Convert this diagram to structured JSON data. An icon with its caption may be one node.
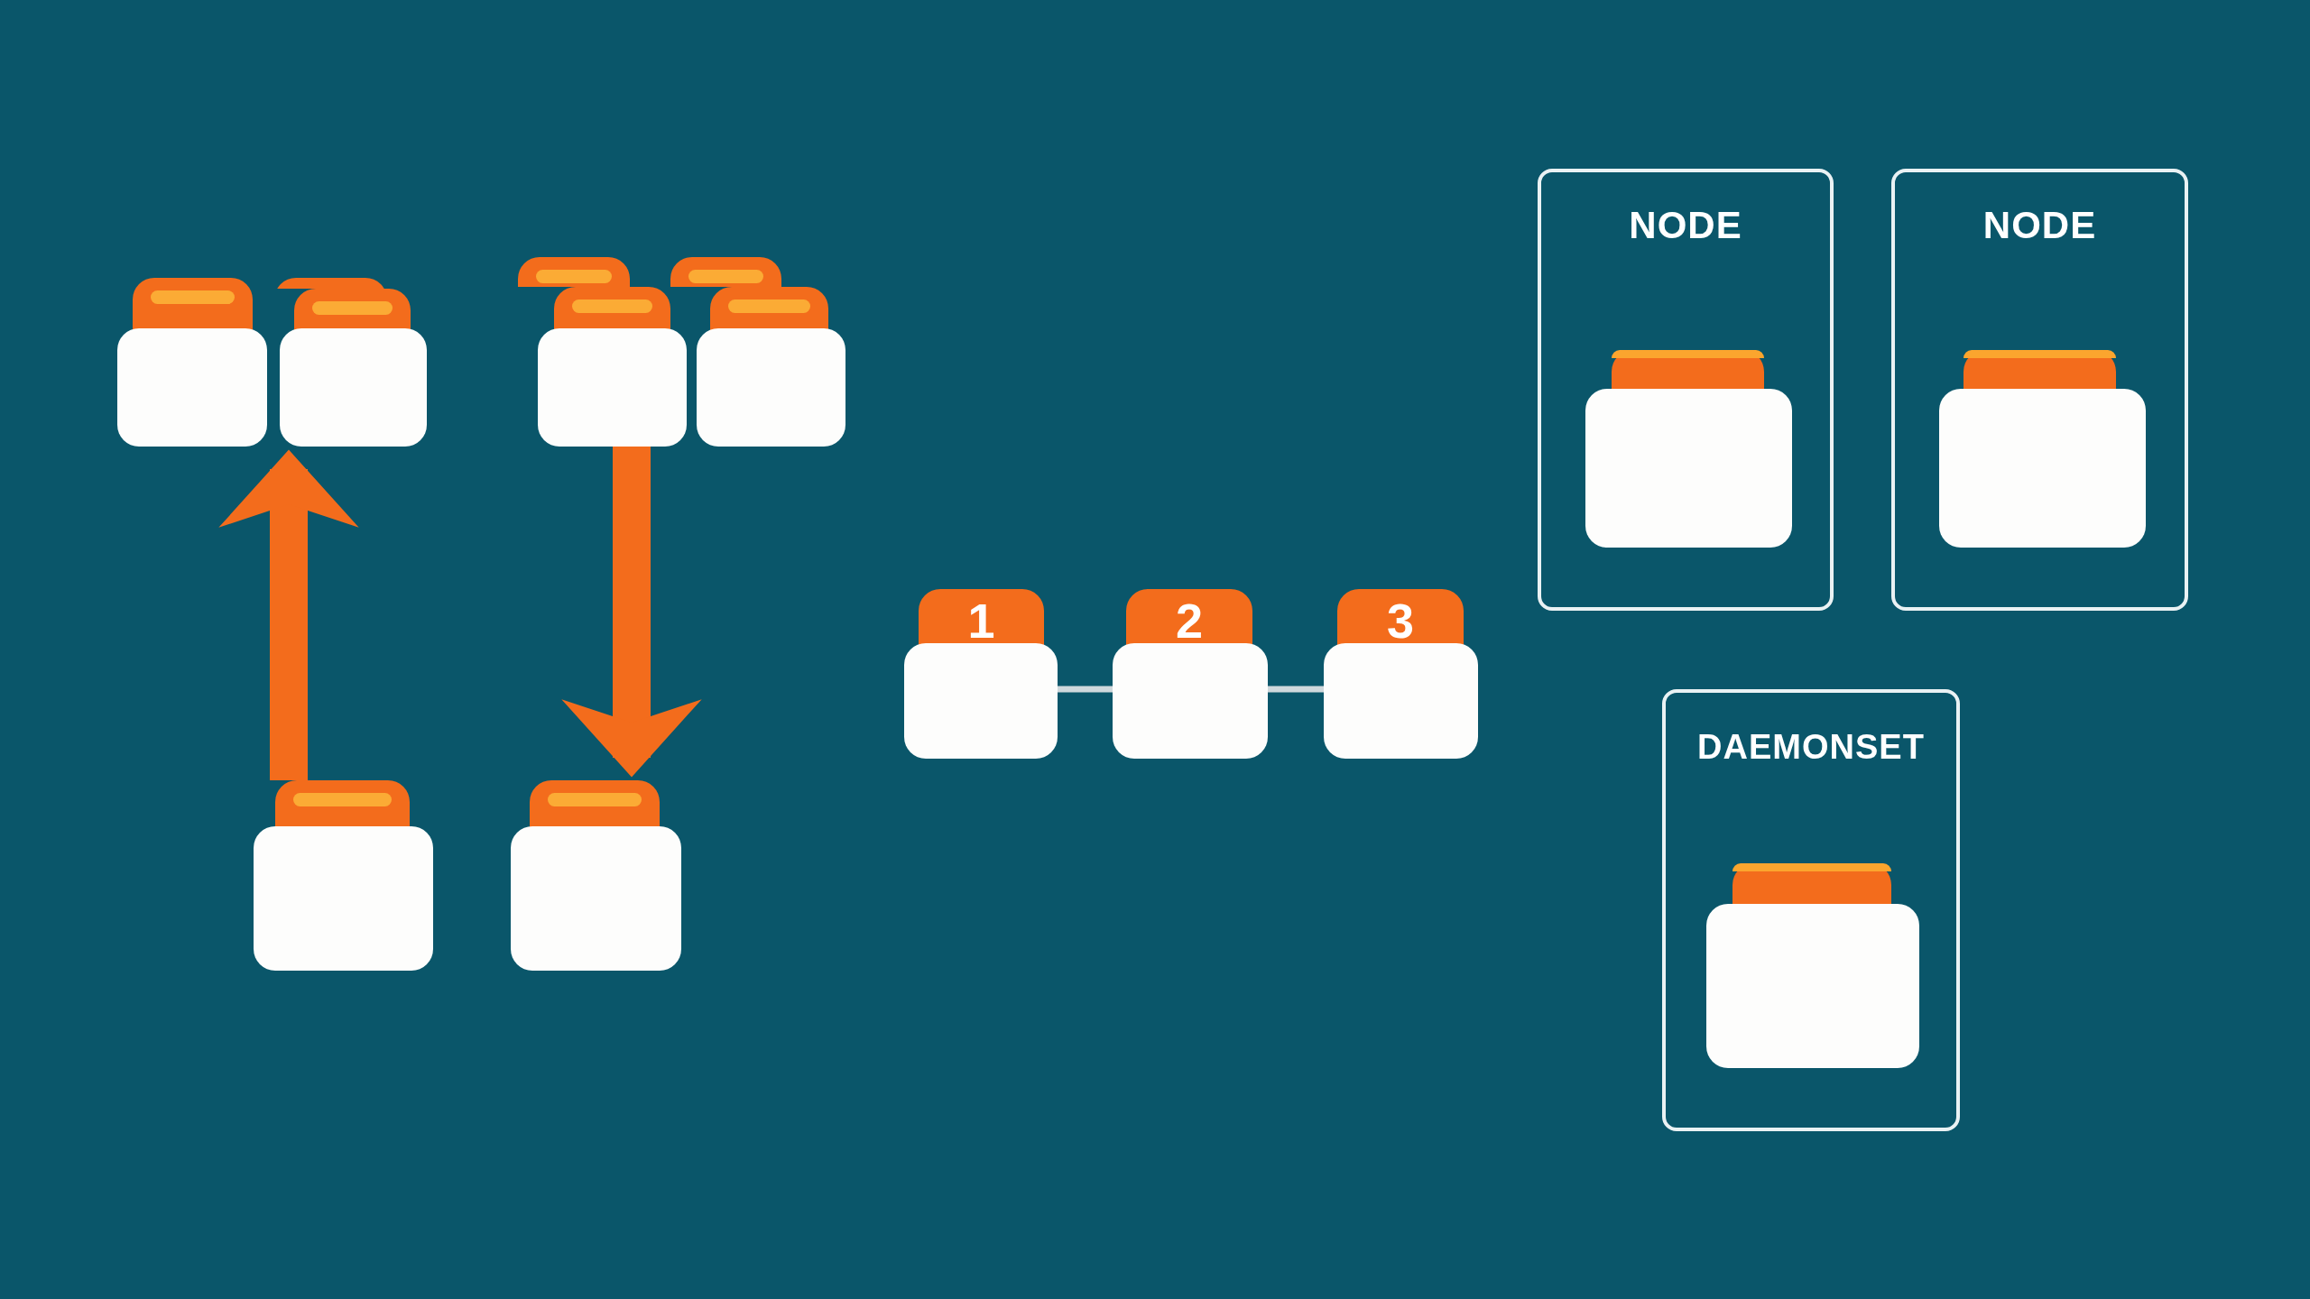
{
  "diagram": {
    "nodes": [
      {
        "text": [],
        "shape": "box"
      },
      {
        "text": [],
        "shape": "box"
      },
      {
        "text": [],
        "shape": "box"
      },
      {
        "text": [],
        "shape": "box"
      },
      {
        "text": [],
        "shape": "box"
      },
      {
        "text": [],
        "shape": "box"
      },
      {
        "text": [],
        "shape": "box"
      },
      {
        "text": [],
        "shape": "box"
      },
      {
        "text": [],
        "shape": "box"
      },
      {
        "text": [
          "1"
        ]
      },
      {
        "text": [
          "2"
        ]
      },
      {
        "text": [
          "3"
        ]
      },
      {
        "text": [
          "NODE"
        ]
      },
      {
        "text": [],
        "shape": "box",
        "in": 12
      },
      {
        "text": [
          "NODE"
        ]
      },
      {
        "text": [],
        "shape": "box",
        "in": 14
      },
      {
        "text": [
          "DAEMONSET"
        ]
      },
      {
        "text": [],
        "shape": "box",
        "in": 16
      }
    ],
    "edges": [
      {
        "from": 7,
        "to": 2,
        "arrow": "to",
        "style": "thick",
        "color": "#f36c1c"
      },
      {
        "from": 5,
        "to": 8,
        "arrow": "to",
        "style": "thick",
        "color": "#f36c1c"
      },
      {
        "from": 9,
        "to": 10,
        "arrow": "none",
        "color": "#cfd8dc"
      },
      {
        "from": 10,
        "to": 11,
        "arrow": "none",
        "color": "#cfd8dc"
      }
    ]
  }
}
